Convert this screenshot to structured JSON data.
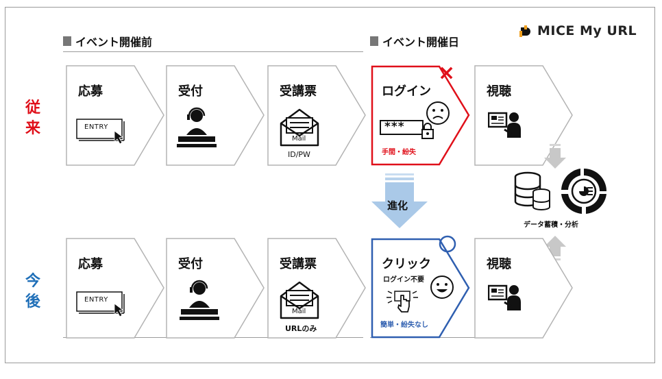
{
  "logo": {
    "text": "MICE My URL"
  },
  "phases": {
    "before": "イベント開催前",
    "day": "イベント開催日"
  },
  "rows": {
    "conventional": "従来",
    "now": "今後"
  },
  "conventional": {
    "apply": {
      "title": "応募",
      "button": "ENTRY"
    },
    "reception": {
      "title": "受付"
    },
    "ticket": {
      "title": "受講票",
      "mail": "Mail",
      "caption": "ID/PW"
    },
    "login": {
      "title": "ログイン",
      "password": "***",
      "note": "手間・紛失",
      "mark": "×"
    },
    "watch": {
      "title": "視聴"
    }
  },
  "future": {
    "apply": {
      "title": "応募",
      "button": "ENTRY"
    },
    "reception": {
      "title": "受付"
    },
    "ticket": {
      "title": "受講票",
      "mail": "Mail",
      "caption": "URLのみ"
    },
    "click": {
      "title": "クリック",
      "sub": "ログイン不要",
      "note": "簡単・紛失なし",
      "mark": "○"
    },
    "watch": {
      "title": "視聴"
    }
  },
  "evolution": {
    "label": "進化"
  },
  "data": {
    "label": "データ蓄積・分析"
  },
  "colors": {
    "red": "#e0101a",
    "blue": "#2f5fb0",
    "gray": "#bdbdbd",
    "arrow": "#aac9e8"
  }
}
